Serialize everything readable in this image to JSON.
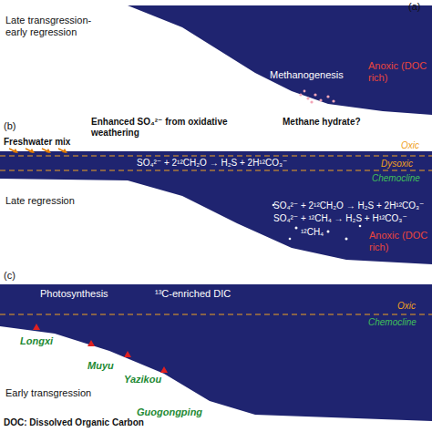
{
  "diagram": {
    "labels": [
      "(a)",
      "Late transgression-early regression",
      "Anoxic (DOC rich)",
      "Methanogenesis",
      "Methane hydrate?",
      "(b)",
      "Freshwater mix",
      "Enhanced SO₄²⁻ from oxidative weathering",
      "SO₄²⁻ + 2¹²CH₂O → H₂S + 2H¹²CO₃⁻",
      "Oxic",
      "Dysoxic",
      "Chemocline",
      "Late regression",
      "SO₄²⁻ + 2¹²CH₂O → H₂S + 2H¹²CO₃⁻",
      "SO₄²⁻ + ¹²CH₄ → H₂S + H¹²CO₃⁻",
      "¹²CH₄",
      "Anoxic (DOC rich)",
      "(c)",
      "Photosynthesis",
      "¹³C-enriched DIC",
      "Oxic",
      "Chemocline",
      "Longxi",
      "Muyu",
      "Yazikou",
      "Guogongping",
      "Early transgression",
      "DOC: Dissolved Organic Carbon"
    ]
  }
}
